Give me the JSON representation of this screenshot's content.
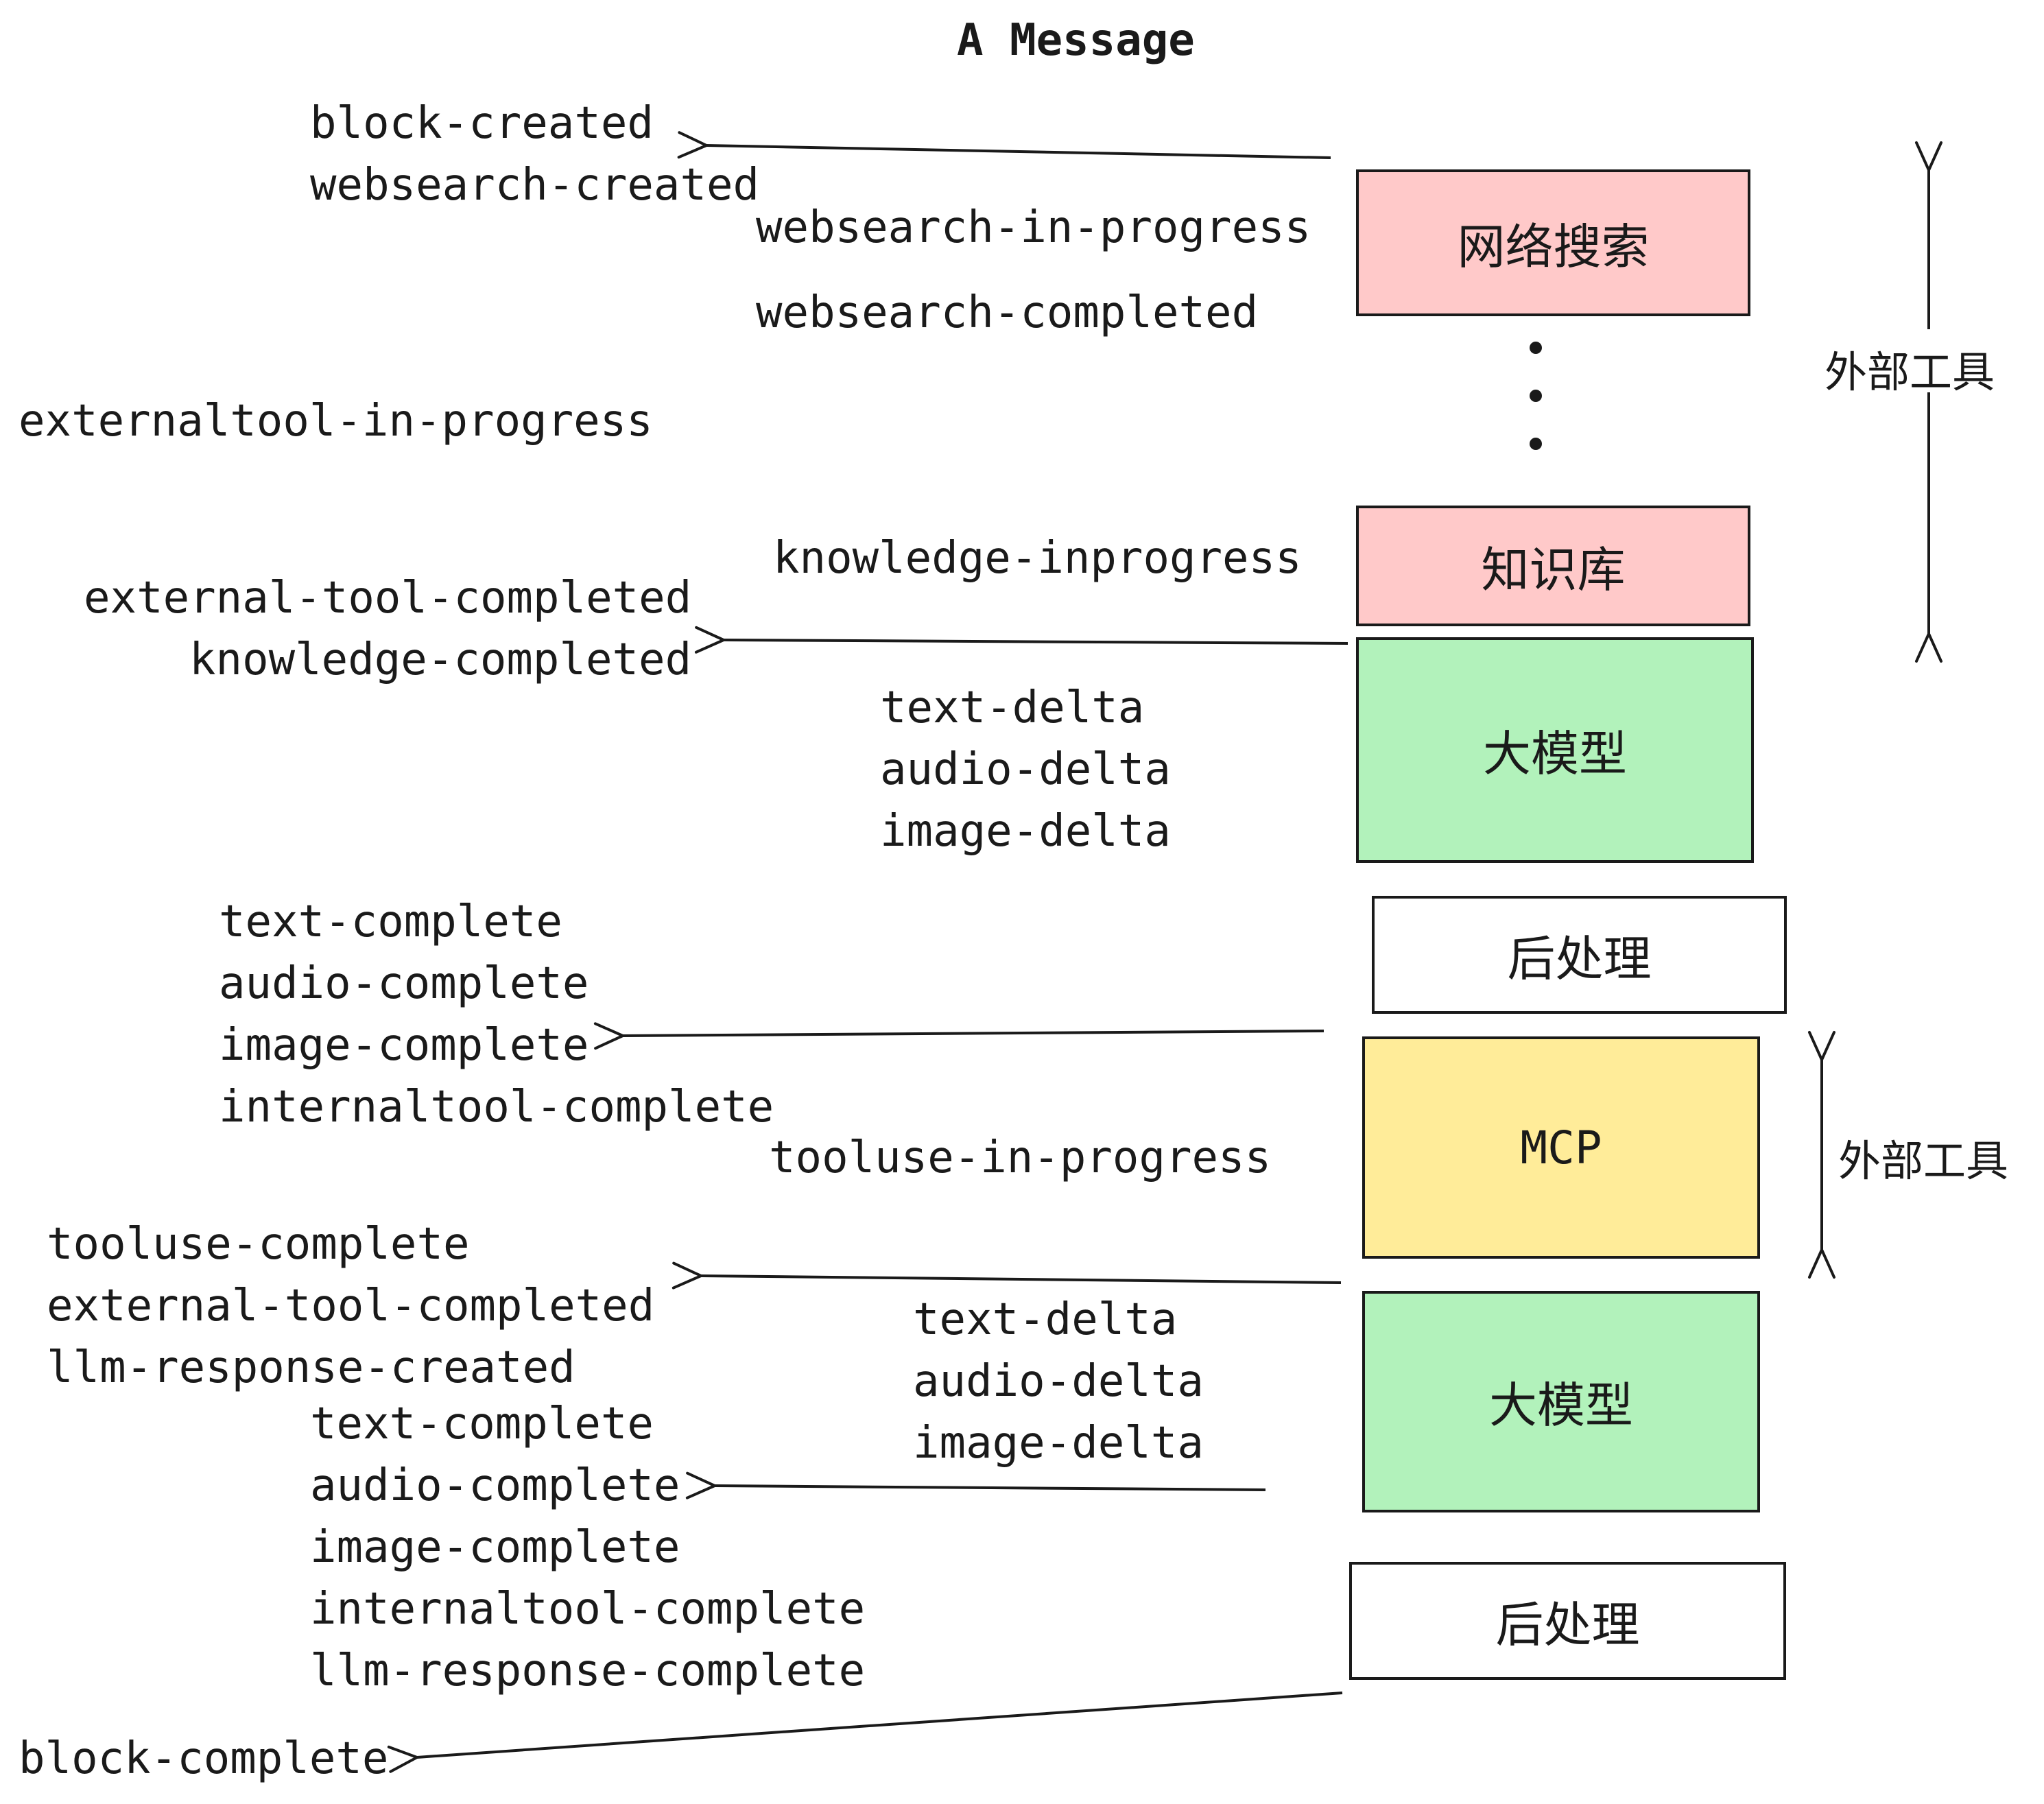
{
  "title": "A Message",
  "boxes": {
    "websearch": "网络搜索",
    "knowledge": "知识库",
    "llm_top": "大模型",
    "post_top": "后处理",
    "mcp": "MCP",
    "llm_bottom": "大模型",
    "post_bottom": "后处理"
  },
  "events": {
    "block_created": "block-created",
    "websearch_created": "websearch-created",
    "websearch_in_progress": "websearch-in-progress",
    "websearch_completed": "websearch-completed",
    "externaltool_in_progress": "externaltool-in-progress",
    "knowledge_inprogress": "knowledge-inprogress",
    "external_tool_completed": "external-tool-completed",
    "knowledge_completed": "knowledge-completed",
    "text_delta": "text-delta",
    "audio_delta": "audio-delta",
    "image_delta": "image-delta",
    "text_complete": "text-complete",
    "audio_complete": "audio-complete",
    "image_complete": "image-complete",
    "internaltool_complete": "internaltool-complete",
    "tooluse_in_progress": "tooluse-in-progress",
    "tooluse_complete": "tooluse-complete",
    "llm_response_created": "llm-response-created",
    "llm_response_complete": "llm-response-complete",
    "block_complete": "block-complete"
  },
  "annotations": {
    "external_tools_top": "外部工具",
    "external_tools_bottom": "外部工具"
  },
  "colors": {
    "pink": "#ffc9c9",
    "green": "#b2f2bb",
    "yellow": "#ffec99",
    "white": "#ffffff",
    "stroke": "#1a1a1a"
  }
}
